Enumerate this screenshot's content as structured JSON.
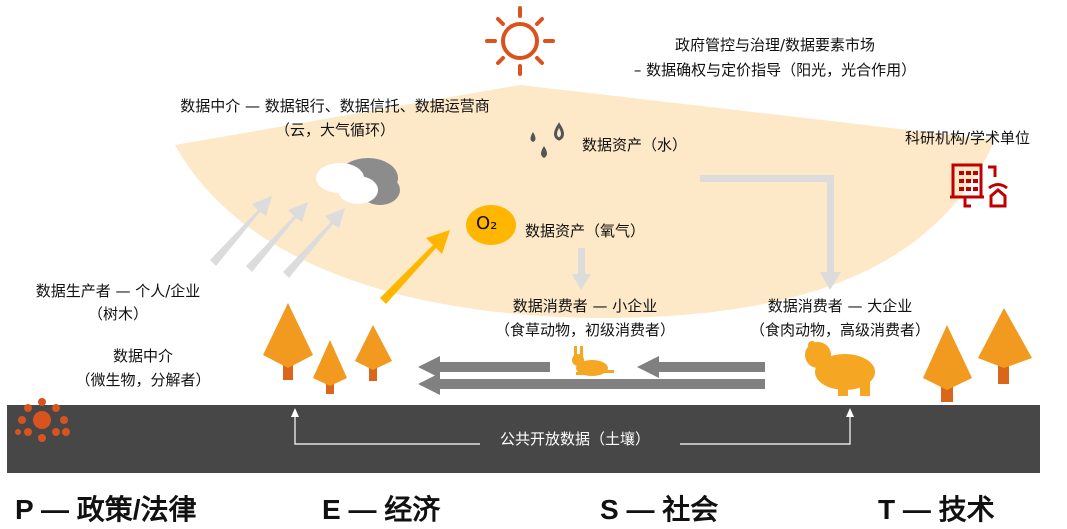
{
  "government": {
    "line1": "政府管控与治理/数据要素市场",
    "line2": "– 数据确权与定价指导（阳光，光合作用）"
  },
  "intermediary_cloud": {
    "line1": "数据中介 — 数据银行、数据信托、数据运营商",
    "line2": "（云，大气循环）"
  },
  "water_asset": "数据资产（水）",
  "oxygen_asset": "数据资产（氧气）",
  "oxygen_symbol": "O₂",
  "research": "科研机构/学术单位",
  "producer": {
    "line1": "数据生产者 — 个人/企业",
    "line2": "（树木）"
  },
  "decomposer": {
    "line1": "数据中介",
    "line2": "（微生物，分解者）"
  },
  "small_consumer": {
    "line1": "数据消费者 — 小企业",
    "line2": "（食草动物，初级消费者）"
  },
  "large_consumer": {
    "line1": "数据消费者 — 大企业",
    "line2": "（食肉动物，高级消费者）"
  },
  "soil": "公共开放数据（土壤）",
  "pest": [
    {
      "label": "P — 政策/法律"
    },
    {
      "label": "E — 经济"
    },
    {
      "label": "S — 社会"
    },
    {
      "label": "T — 技术"
    }
  ],
  "colors": {
    "sun": "#d9531e",
    "wedge": "#fde8c8",
    "tree": "#f29a1f",
    "tree_trunk": "#d9661a",
    "oxygen": "#ffb600",
    "soil": "#474747",
    "research_icon": "#c00000",
    "arrow_gray": "#808080",
    "arrow_light": "#dcdcdc"
  }
}
